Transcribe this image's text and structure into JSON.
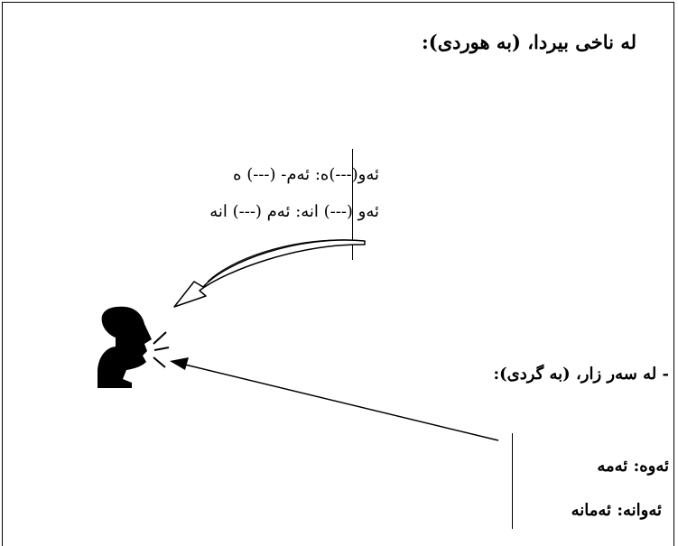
{
  "heading": "له ناخی بیردا، (به هوردی):",
  "inner_group": {
    "line1": "ئەو(---)ە: ئەم- (---) ە",
    "line2": "ئەو (---) انە: ئەم (---) انە"
  },
  "spoken_heading": "- له سەر زار، (به گردی):",
  "spoken_group": {
    "line1": "ئەوە: ئەمە",
    "line2": "ئەوانە: ئەمانە"
  },
  "icons": [
    "speaking-head-icon",
    "curved-arrow-icon",
    "straight-arrow-icon"
  ]
}
